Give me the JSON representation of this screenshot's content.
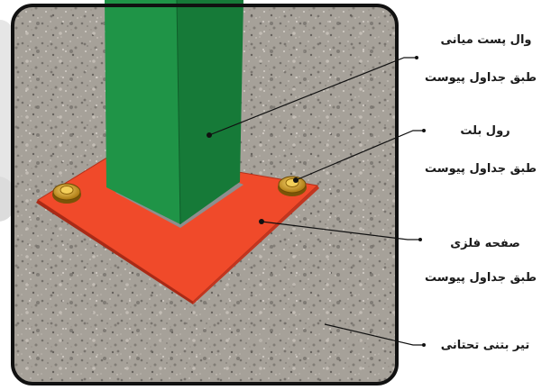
{
  "labels": {
    "middle_post": {
      "line1": "وال پست میانی",
      "line2": "طبق جداول پیوست"
    },
    "rawl_bolt": {
      "line1": "رول بلت",
      "line2": "طبق جداول پیوست"
    },
    "metal_plate": {
      "line1": "صفحه فلزی",
      "line2": "طبق جداول پیوست"
    },
    "beam": {
      "line1": "تیر بتنی تحتانی"
    }
  },
  "colors": {
    "post": "#1f9447",
    "plate": "#f04a2a",
    "bolt": "#d8a020",
    "concrete": "#9e9890",
    "frame": "#111111"
  }
}
